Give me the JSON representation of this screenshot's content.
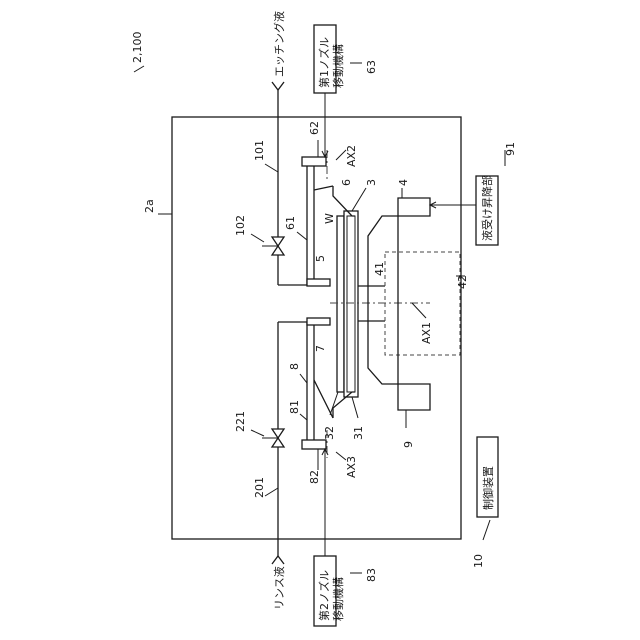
{
  "figure_ref": "2,100",
  "chamber_ref": "2a",
  "labels": {
    "etching_liquid": "エッチング液",
    "rinse_liquid": "リンス液",
    "nozzle1_mover_l1": "第1ノズル",
    "nozzle1_mover_l2": "移動機構",
    "nozzle2_mover_l1": "第2ノズル",
    "nozzle2_mover_l2": "移動機構",
    "cup_lift": "液受け昇降部",
    "controller": "制御装置"
  },
  "refs": {
    "r63": "63",
    "r83": "83",
    "r91": "91",
    "r10": "10",
    "r101": "101",
    "r102": "102",
    "r201": "201",
    "r221": "221",
    "r62": "62",
    "r61": "61",
    "r6": "6",
    "r5": "5",
    "r82": "82",
    "r81": "81",
    "r8": "8",
    "r7": "7",
    "r3": "3",
    "r4": "4",
    "r41": "41",
    "r42": "42",
    "r31": "31",
    "r32": "32",
    "r9": "9",
    "rW": "W",
    "rAX1": "AX1",
    "rAX2": "AX2",
    "rAX3": "AX3"
  }
}
